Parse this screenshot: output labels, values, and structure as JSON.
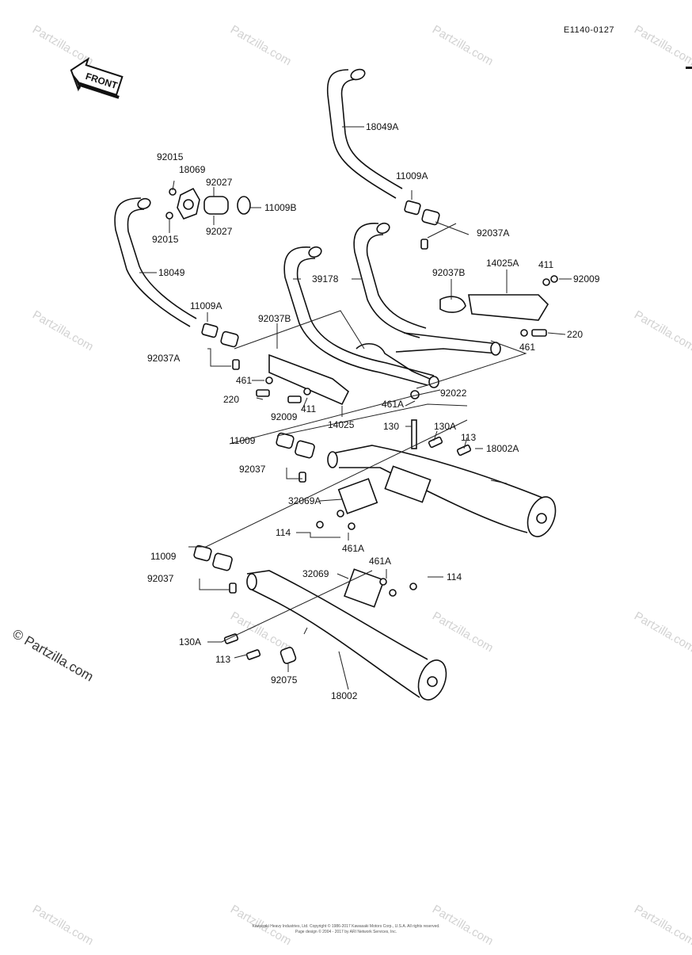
{
  "diagram_code": "E1140-0127",
  "front_label": "FRONT",
  "watermark": "Partzilla.com",
  "watermark_main": "© Partzilla.com",
  "footer": {
    "line1": "Kawasaki Heavy Industries, Ltd. Copyright © 1986-2017 Kawasaki Motors Corp., U.S.A. All rights reserved.",
    "line2": "Page design © 2004 - 2017 by ARI Network Services, Inc."
  },
  "labels": [
    {
      "id": "l1",
      "text": "18049A"
    },
    {
      "id": "l2",
      "text": "11009A"
    },
    {
      "id": "l3",
      "text": "92037A"
    },
    {
      "id": "l4",
      "text": "92015"
    },
    {
      "id": "l5",
      "text": "18069"
    },
    {
      "id": "l6",
      "text": "92027"
    },
    {
      "id": "l7",
      "text": "11009B"
    },
    {
      "id": "l8",
      "text": "92027"
    },
    {
      "id": "l9",
      "text": "92015"
    },
    {
      "id": "l10",
      "text": "18049"
    },
    {
      "id": "l11",
      "text": "39178"
    },
    {
      "id": "l12",
      "text": "14025A"
    },
    {
      "id": "l13",
      "text": "411"
    },
    {
      "id": "l14",
      "text": "92009"
    },
    {
      "id": "l15",
      "text": "92037B"
    },
    {
      "id": "l16",
      "text": "11009A"
    },
    {
      "id": "l17",
      "text": "92037B"
    },
    {
      "id": "l18",
      "text": "220"
    },
    {
      "id": "l19",
      "text": "461"
    },
    {
      "id": "l20",
      "text": "92037A"
    },
    {
      "id": "l21",
      "text": "461"
    },
    {
      "id": "l22",
      "text": "92022"
    },
    {
      "id": "l23",
      "text": "220"
    },
    {
      "id": "l24",
      "text": "411"
    },
    {
      "id": "l25",
      "text": "92009"
    },
    {
      "id": "l26",
      "text": "461A"
    },
    {
      "id": "l27",
      "text": "14025"
    },
    {
      "id": "l28",
      "text": "130"
    },
    {
      "id": "l29",
      "text": "130A"
    },
    {
      "id": "l30",
      "text": "113"
    },
    {
      "id": "l31",
      "text": "18002A"
    },
    {
      "id": "l32",
      "text": "11009"
    },
    {
      "id": "l33",
      "text": "92037"
    },
    {
      "id": "l34",
      "text": "32069A"
    },
    {
      "id": "l35",
      "text": "114"
    },
    {
      "id": "l36",
      "text": "461A"
    },
    {
      "id": "l37",
      "text": "11009"
    },
    {
      "id": "l38",
      "text": "92037"
    },
    {
      "id": "l39",
      "text": "32069"
    },
    {
      "id": "l40",
      "text": "461A"
    },
    {
      "id": "l41",
      "text": "114"
    },
    {
      "id": "l42",
      "text": "130A"
    },
    {
      "id": "l43",
      "text": "113"
    },
    {
      "id": "l44",
      "text": "92075"
    },
    {
      "id": "l45",
      "text": "18002"
    }
  ]
}
